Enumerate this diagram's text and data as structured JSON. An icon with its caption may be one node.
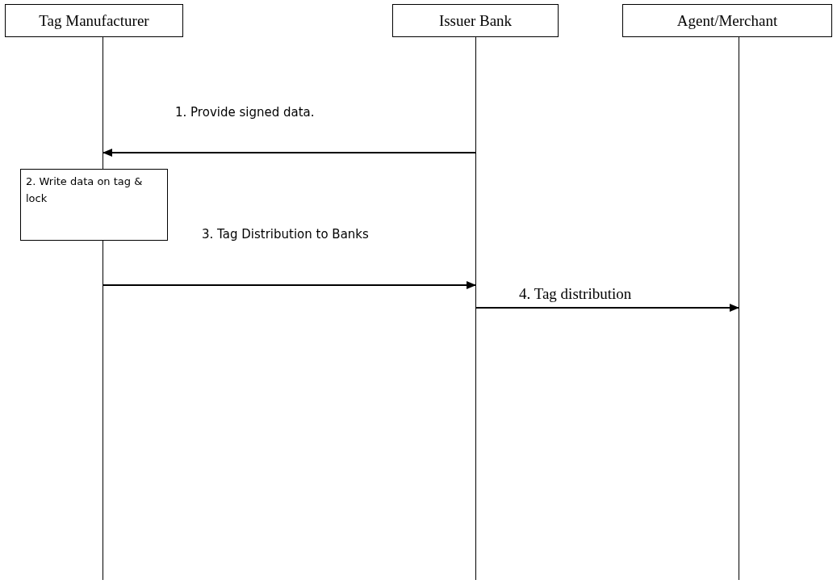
{
  "diagram": {
    "nodes": [
      {
        "text": [
          "Tag Manufacturer"
        ]
      },
      {
        "text": [
          "Issuer Bank"
        ]
      },
      {
        "text": [
          "Agent/Merchant"
        ]
      },
      {
        "text": [],
        "shape": "line"
      },
      {
        "text": [],
        "shape": "line"
      },
      {
        "text": [],
        "shape": "line"
      },
      {
        "text": [
          "2. Write data on tag & lock"
        ]
      }
    ],
    "edges": [
      {
        "from": 4,
        "to": 3,
        "arrow": "to",
        "label": "1. Provide signed data."
      },
      {
        "from": 3,
        "to": 4,
        "arrow": "to",
        "label": "3. Tag Distribution to Banks"
      },
      {
        "from": 4,
        "to": 5,
        "arrow": "to",
        "label": "4. Tag distribution"
      }
    ]
  }
}
